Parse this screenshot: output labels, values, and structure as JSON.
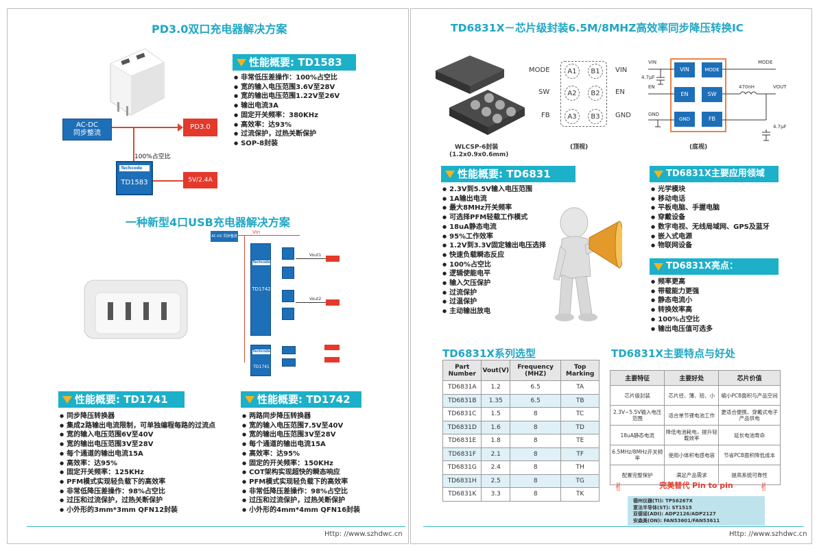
{
  "left": {
    "title1": "PD3.0双口充电器解决方案",
    "td1583_header": "性能概要: TD1583",
    "td1583_bullets": [
      "非常低压差操作：100%占空比",
      "宽的输入电压范围3.6V至28V",
      "宽的输出电压范围1.22V至26V",
      "输出电流3A",
      "固定开关频率：380KHz",
      "高效率：达93%",
      "过流保护，过热关断保护",
      "SOP-8封装"
    ],
    "diagram1": {
      "acdc_line1": "AC-DC",
      "acdc_line2": "同步整流",
      "pd": "PD3.0",
      "duty": "100%占空比",
      "brand": "Techcode",
      "chip": "TD1583",
      "out": "5V/2.4A"
    },
    "title2": "一种新型4口USB充电器解决方案",
    "diagram2": {
      "acdc": "AC-DC 同步整流",
      "vin": "Vin",
      "chip1": "TD1742",
      "chip2": "TD1741",
      "brand": "Techcode",
      "vout1": "Vout1",
      "vout2": "Vout2"
    },
    "td1741_header": "性能概要: TD1741",
    "td1741_bullets": [
      "同步降压转换器",
      "集成2路输出电流限制，可单独编程每路的过流点",
      "宽的输入电压范围6V至40V",
      "宽的输出电压范围3V至28V",
      "每个通道的输出电流15A",
      "高效率：达95%",
      "固定开关频率：125KHz",
      "PFM模式实现轻负载下的高效率",
      "非常低降压差操作：98%占空比",
      "过压和过流保护，过热关断保护",
      "小外形的3mm*3mm QFN12封装"
    ],
    "td1742_header": "性能概要: TD1742",
    "td1742_bullets": [
      "两路同步降压转换器",
      "宽的输入电压范围7.5V至40V",
      "宽的输出电压范围3V至28V",
      "每个通道的输出电流15A",
      "高效率：达95%",
      "固定的开关频率：150KHz",
      "COT架构实现超快的瞬态响应",
      "PFM模式实现轻负载下的高效率",
      "非常低降压差操作：98%占空比",
      "过压和过流保护，过热关断保护",
      "小外形的4mm*4mm QFN16封装"
    ],
    "url": "Http: //www.szhdwc.cn"
  },
  "right": {
    "title": "TD6831X－芯片级封装6.5M/8MHZ高效率同步降压转换IC",
    "package_label1": "WLCSP-6封装",
    "package_label2": "(1.2x0.9x0.6mm)",
    "top_view": "(顶视)",
    "bottom_view": "(底视)",
    "pins": {
      "mode": "MODE",
      "sw": "SW",
      "fb": "FB",
      "vin": "VIN",
      "en": "EN",
      "gnd": "GND",
      "a1": "A1",
      "a2": "A2",
      "a3": "A3",
      "b1": "B1",
      "b2": "B2",
      "b3": "B3"
    },
    "circuit": {
      "vin": "VIN",
      "en": "EN",
      "gnd": "GND",
      "mode": "MODE",
      "vout": "VOUT",
      "c_in": "4.7μF",
      "c_out": "4.7μF",
      "ind": "470nH",
      "b_vin": "VIN",
      "b_mode": "MODE",
      "b_en": "EN",
      "b_sw": "SW",
      "b_gnd": "GND",
      "b_fb": "FB"
    },
    "td6831_header": "性能概要: TD6831",
    "td6831_bullets": [
      "2.3V到5.5V输入电压范围",
      "1A输出电流",
      "最大8MHz开关频率",
      "可选择PFM轻载工作模式",
      "18uA静态电流",
      "95%工作效率",
      "1.2V到3.3V固定输出电压选择",
      "快速负载瞬态反应",
      "100%占空比",
      "逻辑使能电平",
      "输入欠压保护",
      "过流保护",
      "过温保护",
      "主动输出放电"
    ],
    "apps_header": "TD6831X主要应用领域",
    "apps": [
      "光学模块",
      "移动电话",
      "平板电脑、手握电脑",
      "穿戴设备",
      "数字电视、无线局域网、GPS及蓝牙",
      "嵌入式电源",
      "物联网设备"
    ],
    "highlights_header": "TD6831X亮点：",
    "highlights": [
      "频率更高",
      "带载能力更强",
      "静态电流小",
      "转换效率高",
      "100%占空比",
      "输出电压值可选多"
    ],
    "selection_title": "TD6831X系列选型",
    "selection_headers": [
      "Part Number",
      "Vout(V)",
      "Frequency (MHZ)",
      "Top Marking"
    ],
    "selection_rows": [
      [
        "TD6831A",
        "1.2",
        "6.5",
        "TA"
      ],
      [
        "TD6831B",
        "1.35",
        "6.5",
        "TB"
      ],
      [
        "TD6831C",
        "1.5",
        "8",
        "TC"
      ],
      [
        "TD6831D",
        "1.6",
        "8",
        "TD"
      ],
      [
        "TD6831E",
        "1.8",
        "8",
        "TE"
      ],
      [
        "TD6831F",
        "2.1",
        "8",
        "TF"
      ],
      [
        "TD6831G",
        "2.4",
        "8",
        "TH"
      ],
      [
        "TD6831H",
        "2.5",
        "8",
        "TG"
      ],
      [
        "TD6831K",
        "3.3",
        "8",
        "TK"
      ]
    ],
    "features_title": "TD6831X主要特点与好处",
    "features_headers": [
      "主要特征",
      "主要好处",
      "芯片价值"
    ],
    "features_rows": [
      [
        "芯片级封装",
        "芯片径、薄、短、小",
        "缩小PCB面积与产品空间"
      ],
      [
        "2.3V~5.5V输入电压范围",
        "适合单节锂电池工作",
        "更适合便携、穿戴式电子产品供电"
      ],
      [
        "18uA静态电流",
        "降低电池耗电，提升轻载效率",
        "延长电池寿命"
      ],
      [
        "6.5MHz/8MHz开关频率",
        "使用小体积电感电容",
        "节省PCB面积降低成本"
      ],
      [
        "配置完整保护",
        "满足产品需求",
        "提高系统可靠性"
      ]
    ],
    "pin_title": "完美替代  Pin to pin",
    "pin_lines": [
      "德州仪器(TI): TPS6267X",
      "意法半导体(ST): ST1515",
      "亚德诺(ADI): ADP2126/ADP2127",
      "安森美(ON): FAN53601/FAN53611"
    ],
    "url": "Http: //www.szhdwc.cn"
  },
  "colors": {
    "accent": "#1cb0c9",
    "title": "#1fa6c4",
    "orange": "#f6b21a",
    "red": "#d9462c",
    "blue": "#1d6fb8"
  }
}
